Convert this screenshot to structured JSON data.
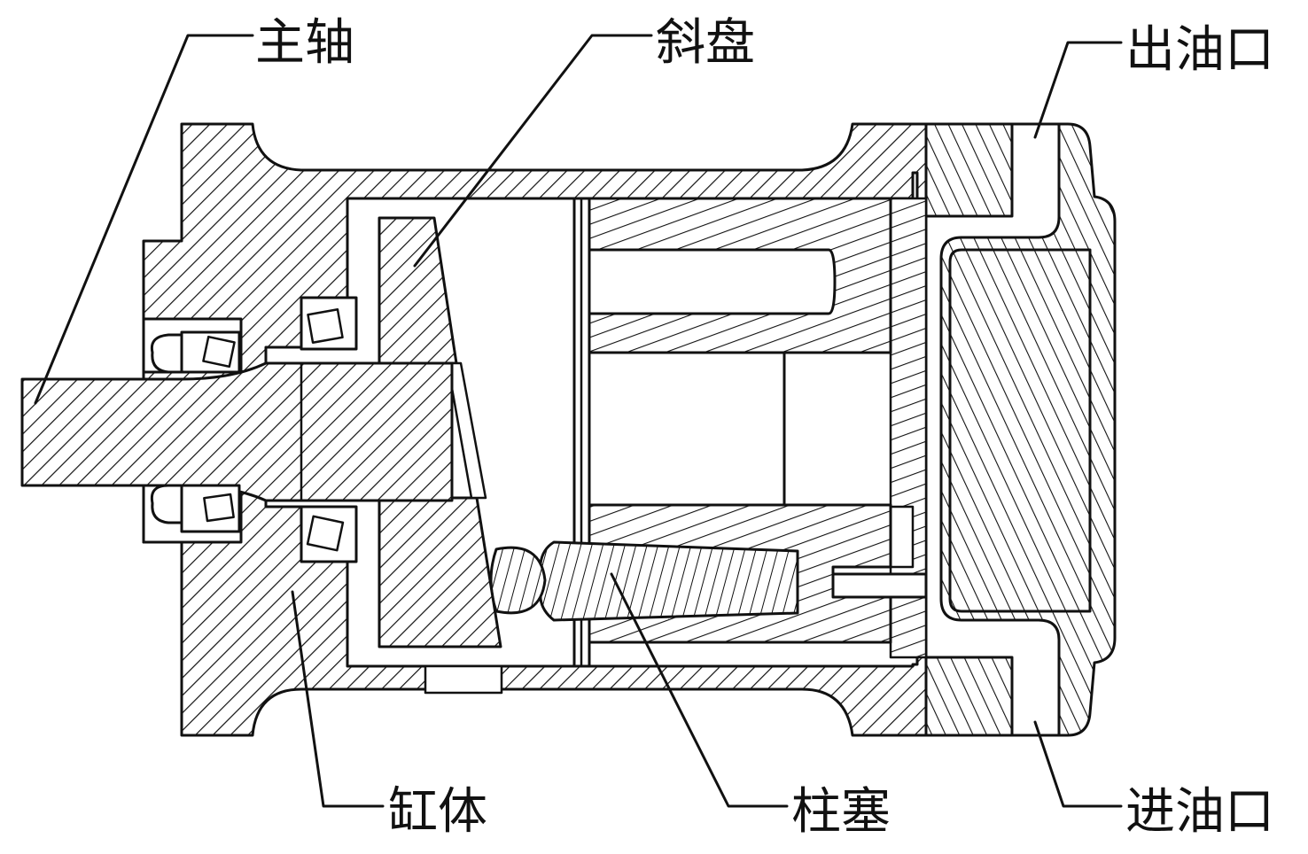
{
  "labels": {
    "spindle": "主轴",
    "swashplate": "斜盘",
    "outlet": "出油口",
    "cylinder_body": "缸体",
    "plunger": "柱塞",
    "inlet": "进油口"
  },
  "colors": {
    "ink": "#111111",
    "paper": "#ffffff"
  }
}
